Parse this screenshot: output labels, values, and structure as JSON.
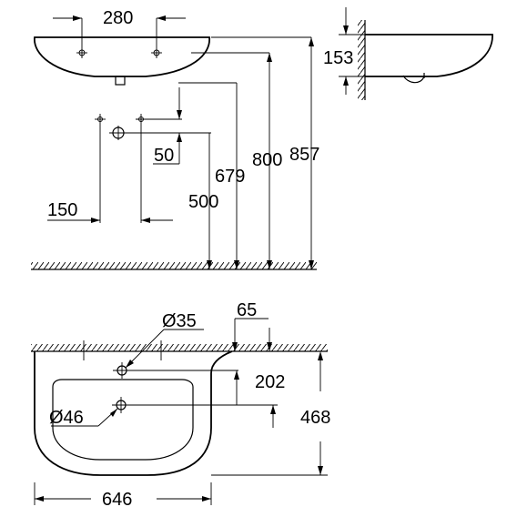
{
  "dimensions": {
    "hole_spacing": "280",
    "wall_depth": "153",
    "height_857": "857",
    "height_800": "800",
    "height_679": "679",
    "height_500": "500",
    "offset_50": "50",
    "offset_150": "150",
    "tap_hole_dia": "Ø35",
    "tap_offset": "65",
    "tap_to_drain": "202",
    "basin_depth": "468",
    "drain_dia": "Ø46",
    "basin_width": "646"
  }
}
